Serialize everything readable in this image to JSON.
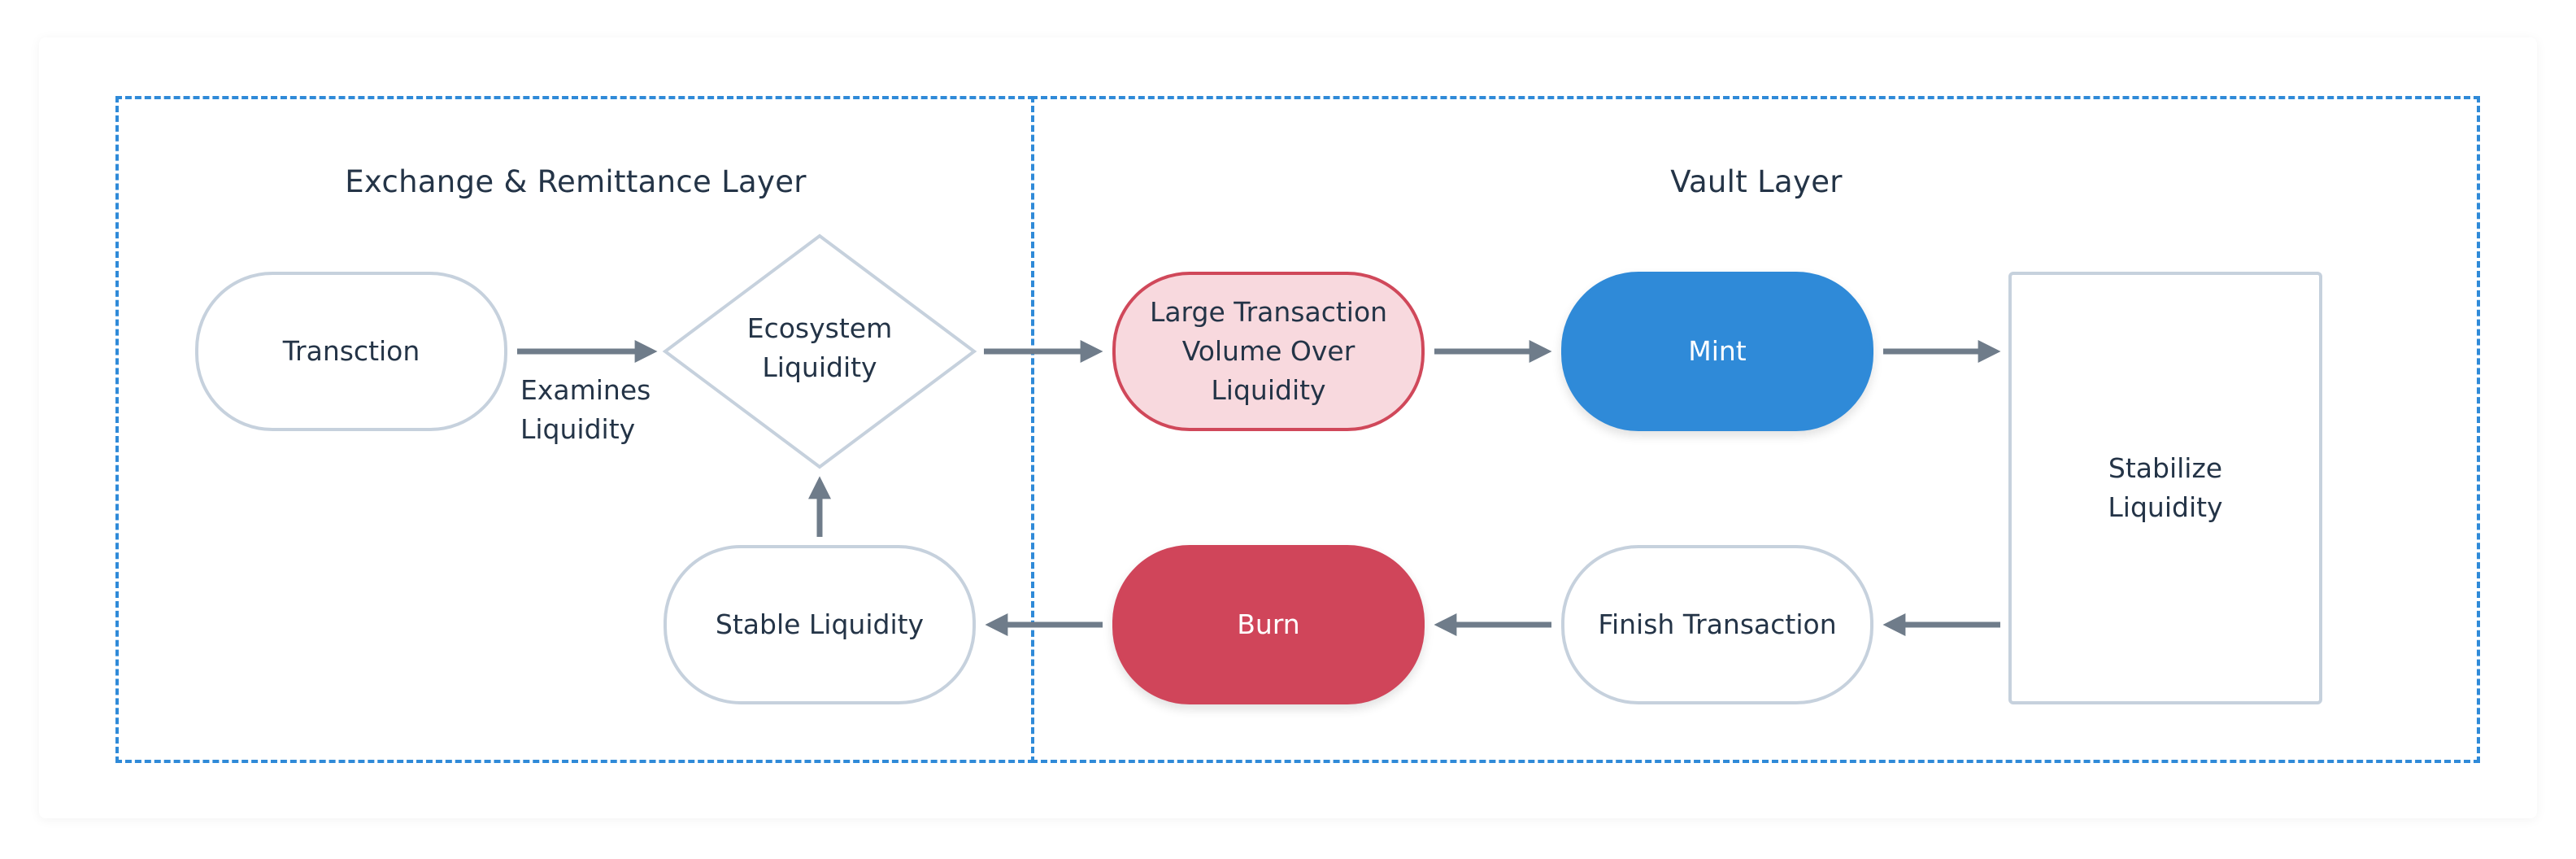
{
  "layers": [
    {
      "title": "Exchange & Remittance Layer"
    },
    {
      "title": "Vault Layer"
    }
  ],
  "nodes": {
    "transaction": "Transction",
    "ecosystem_liquidity": [
      "Ecosystem",
      "Liquidity"
    ],
    "stable_liquidity": "Stable Liquidity",
    "large_transaction": [
      "Large Transaction",
      "Volume Over",
      "Liquidity"
    ],
    "mint": "Mint",
    "burn": "Burn",
    "finish_transaction": "Finish Transaction",
    "stabilize_liquidity": [
      "Stabilize",
      "Liquidity"
    ]
  },
  "edge_labels": {
    "examines_liquidity": [
      "Examines",
      "Liquidity"
    ]
  },
  "colors": {
    "layer_border": "#2f8ad8",
    "mint_fill": "#2f8ad8",
    "burn_fill": "#d0455a",
    "large_fill": "#f8d9de",
    "large_border": "#d0485a",
    "node_border": "#c6d1dd",
    "arrow": "#6f7c8a"
  }
}
